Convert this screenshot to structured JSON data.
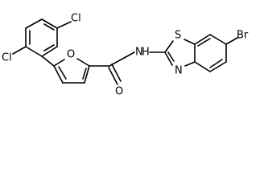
{
  "structure": {
    "atom_labels": {
      "cl_top": "Cl",
      "cl_left": "Cl",
      "furan_o": "O",
      "carbonyl_o": "O",
      "amide_n": "N",
      "amide_h": "H",
      "thiazole_s": "S",
      "thiazole_n": "N",
      "br": "Br"
    }
  }
}
